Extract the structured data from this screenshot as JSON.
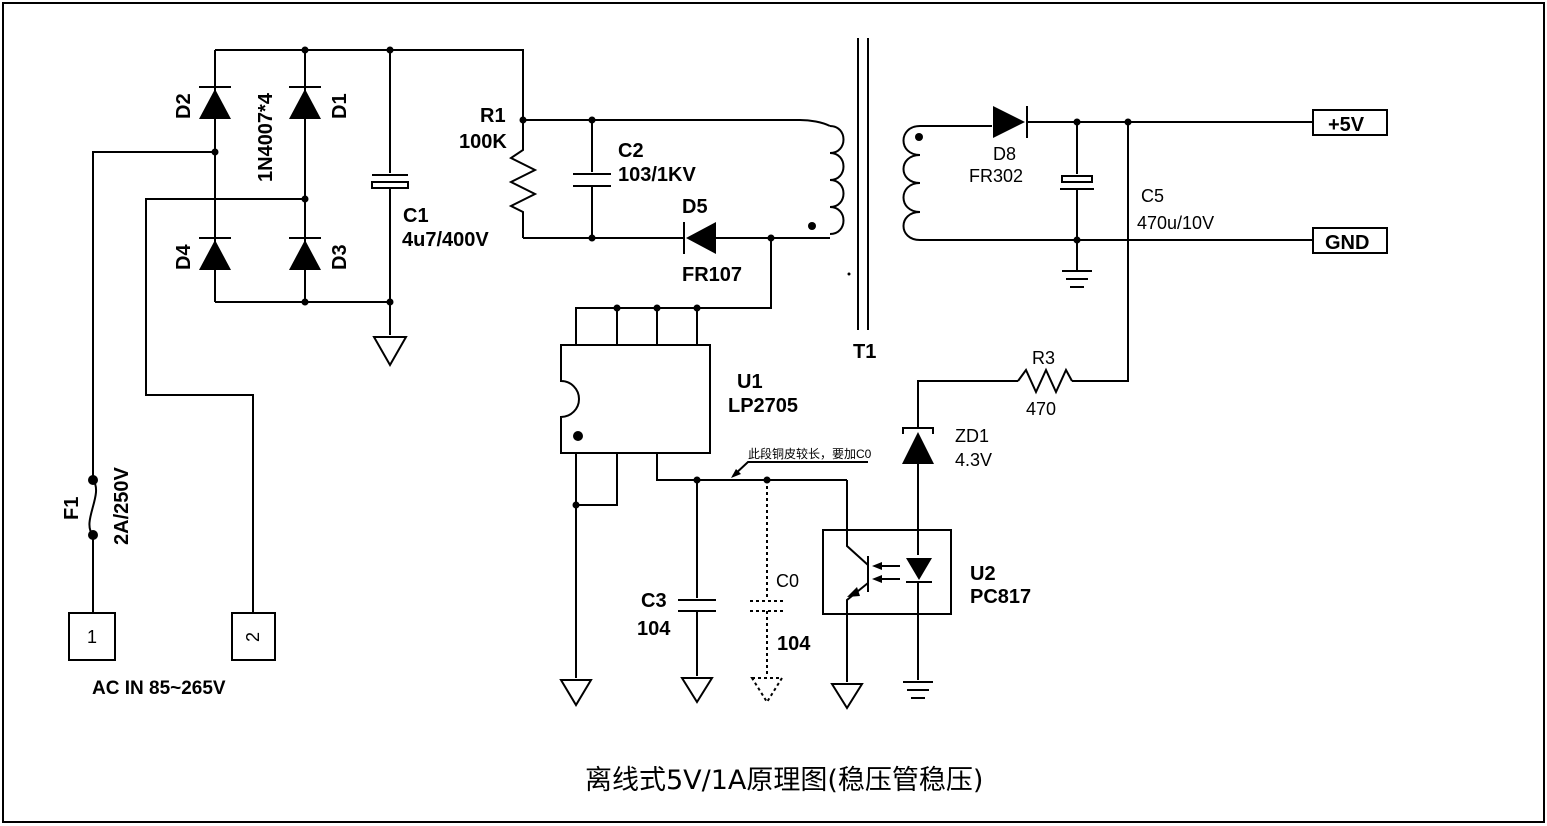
{
  "diagram": {
    "title": "离线式5V/1A原理图(稳压管稳压)",
    "note": "此段铜皮较长，要加C0",
    "input_label": "AC IN 85~265V",
    "terminals": [
      "1",
      "2"
    ],
    "outputs": [
      "+5V",
      "GND"
    ],
    "components": {
      "F1": {
        "ref": "F1",
        "value": "2A/250V"
      },
      "bridge": {
        "refs": [
          "D1",
          "D2",
          "D3",
          "D4"
        ],
        "value": "1N4007*4"
      },
      "C1": {
        "ref": "C1",
        "value": "4u7/400V"
      },
      "R1": {
        "ref": "R1",
        "value": "100K"
      },
      "C2": {
        "ref": "C2",
        "value": "103/1KV"
      },
      "D5": {
        "ref": "D5",
        "value": "FR107"
      },
      "T1": {
        "ref": "T1"
      },
      "D8": {
        "ref": "D8",
        "value": "FR302"
      },
      "C5": {
        "ref": "C5",
        "value": "470u/10V"
      },
      "R3": {
        "ref": "R3",
        "value": "470"
      },
      "ZD1": {
        "ref": "ZD1",
        "value": "4.3V"
      },
      "U1": {
        "ref": "U1",
        "value": "LP2705"
      },
      "U2": {
        "ref": "U2",
        "value": "PC817"
      },
      "C3": {
        "ref": "C3",
        "value": "104"
      },
      "C0": {
        "ref": "C0",
        "value": "104"
      }
    }
  }
}
